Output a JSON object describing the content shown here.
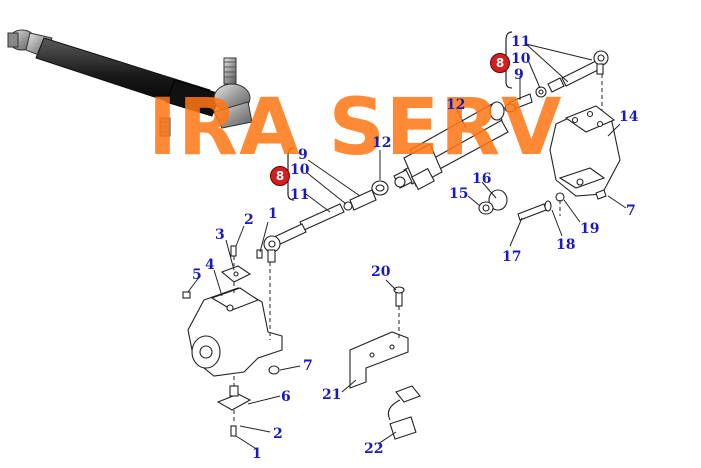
{
  "watermark": {
    "text": "IRA SERV",
    "color": "#ff7614"
  },
  "colors": {
    "callout": "#1a1ab8",
    "badge": "#d21f1f",
    "line": "#222222",
    "part_fill": "#ffffff",
    "photo_rod": "#1c1c1c"
  },
  "callouts": {
    "p1a": "1",
    "p2a": "2",
    "p3": "3",
    "p4": "4",
    "p5": "5",
    "p6": "6",
    "p7a": "7",
    "p7b": "7",
    "p9a": "9",
    "p10a": "10",
    "p11a": "11",
    "p9b": "9",
    "p10b": "10",
    "p11b": "11",
    "p12a": "12",
    "p12b": "12",
    "p14": "14",
    "p15": "15",
    "p16": "16",
    "p17": "17",
    "p18": "18",
    "p19": "19",
    "p20": "20",
    "p21": "21",
    "p22": "22",
    "p1b": "1",
    "p2b": "2"
  },
  "badges": {
    "b_upper": "8",
    "b_lower": "8"
  }
}
